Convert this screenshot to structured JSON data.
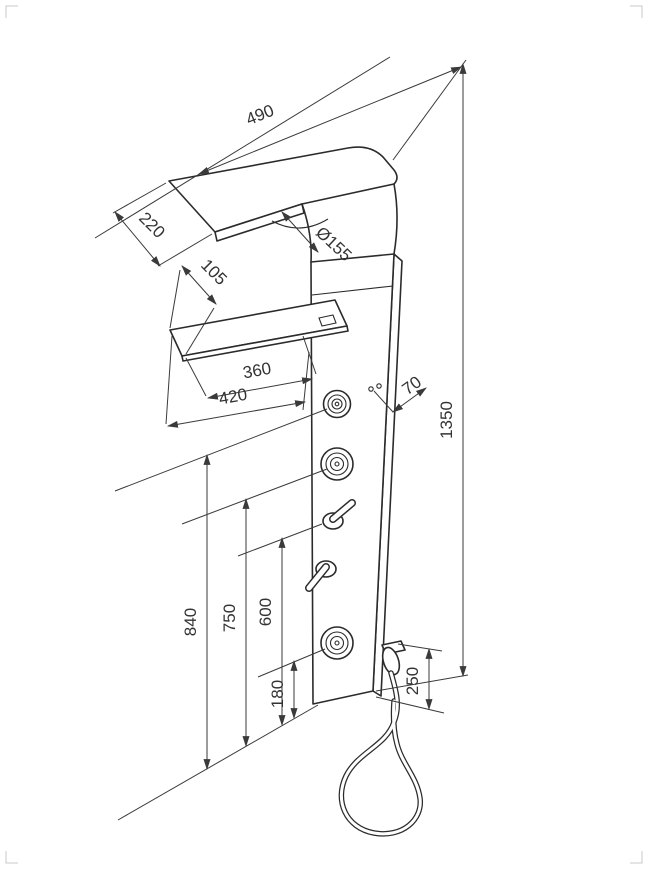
{
  "drawing": {
    "dimensions": {
      "top_width": "490",
      "top_depth": "220",
      "spout_diameter": "Ø155",
      "shelf_depth": "105",
      "shelf_width_inner": "360",
      "shelf_width_full": "420",
      "side_offset": "70",
      "total_height": "1350",
      "upper_dial_height": "840",
      "middle_dial_height": "750",
      "lever_height": "600",
      "bottom_dial_height": "180",
      "handset_holder_height": "250"
    },
    "colors": {
      "line": "#2b2b2b",
      "dimension": "#3a3a3a",
      "background": "#ffffff"
    }
  }
}
